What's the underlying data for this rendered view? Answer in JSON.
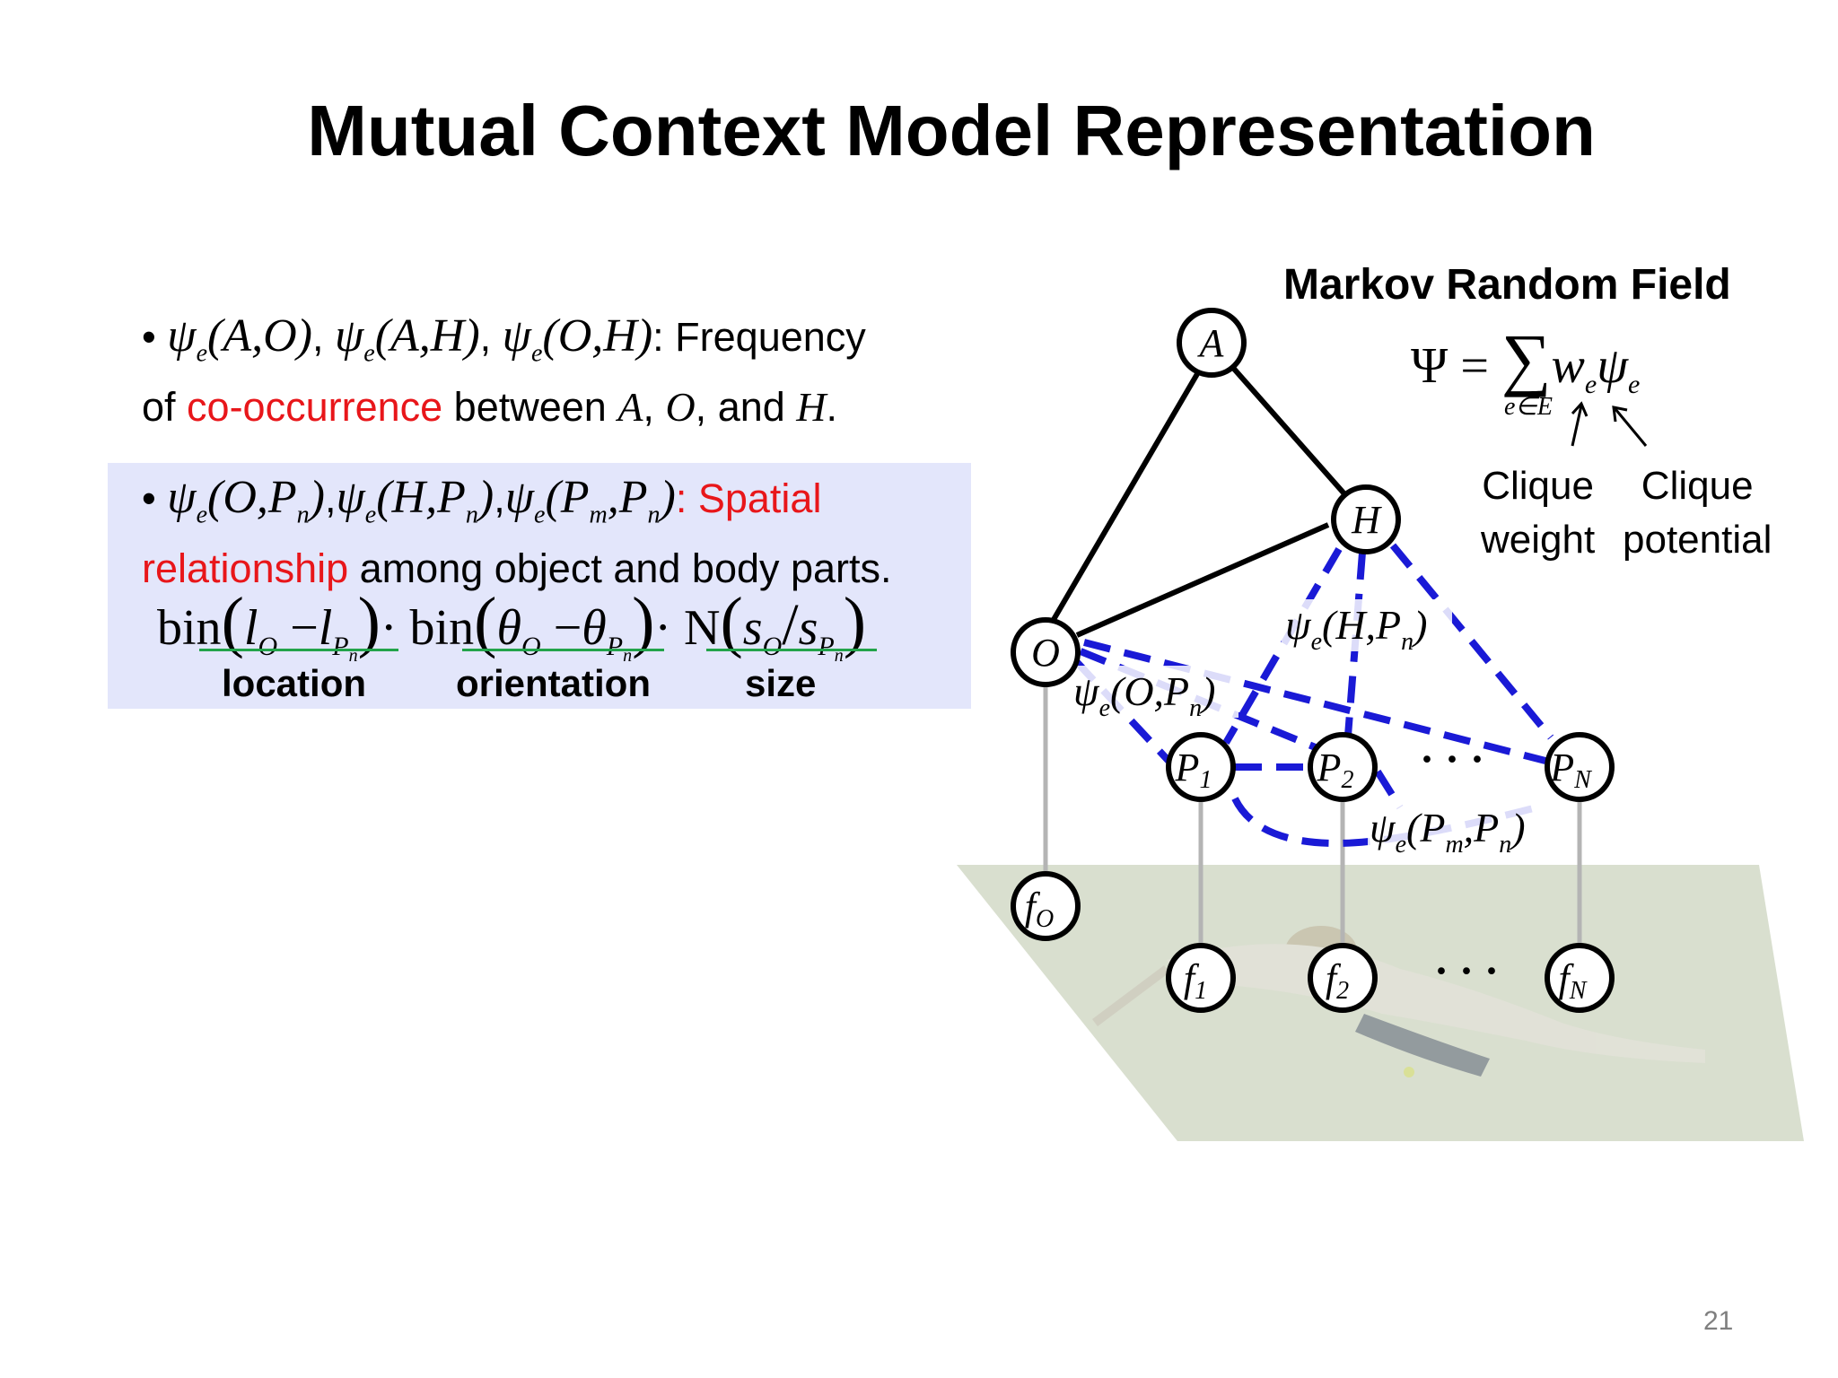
{
  "slide": {
    "title": "Mutual Context Model Representation",
    "page_number": "21"
  },
  "bullet1": {
    "terms": [
      "ψe(A,O)",
      "ψe(A,H)",
      "ψe(O,H)"
    ],
    "text_a": ": Frequency",
    "text_b": "of ",
    "highlight": "co-occurrence",
    "text_c": " between ",
    "var_a": "A",
    "var_o": "O",
    "var_h": "H",
    "and_word": "and"
  },
  "bullet2": {
    "terms": [
      "ψe(O,Pn)",
      "ψe(H,Pn)",
      "ψe(Pm,Pn)"
    ],
    "highlight_a": ": Spatial",
    "highlight_b": "relationship",
    "text": " among object and body parts.",
    "formula_labels": {
      "location": "location",
      "orientation": "orientation",
      "size": "size"
    }
  },
  "mrf": {
    "title": "Markov Random Field",
    "clique_weight_line1": "Clique",
    "clique_weight_line2": "weight",
    "clique_potential_line1": "Clique",
    "clique_potential_line2": "potential"
  },
  "graph": {
    "nodes": {
      "A": "A",
      "H": "H",
      "O": "O",
      "P1": "P",
      "P2": "P",
      "PN": "P",
      "fO": "f",
      "f1": "f",
      "f2": "f",
      "fN": "f"
    },
    "ellipsis": "· · ·",
    "edge_labels": {
      "h_pn": "ψe(H,Pn)",
      "o_pn": "ψe(O,Pn)",
      "pm_pn": "ψe(Pm,Pn)"
    },
    "colors": {
      "dashed_edges": "#1a1ad6",
      "solid_edges": "#000000",
      "feature_lines": "#b4b4b4",
      "image_plane": "#d9dfcf"
    }
  }
}
